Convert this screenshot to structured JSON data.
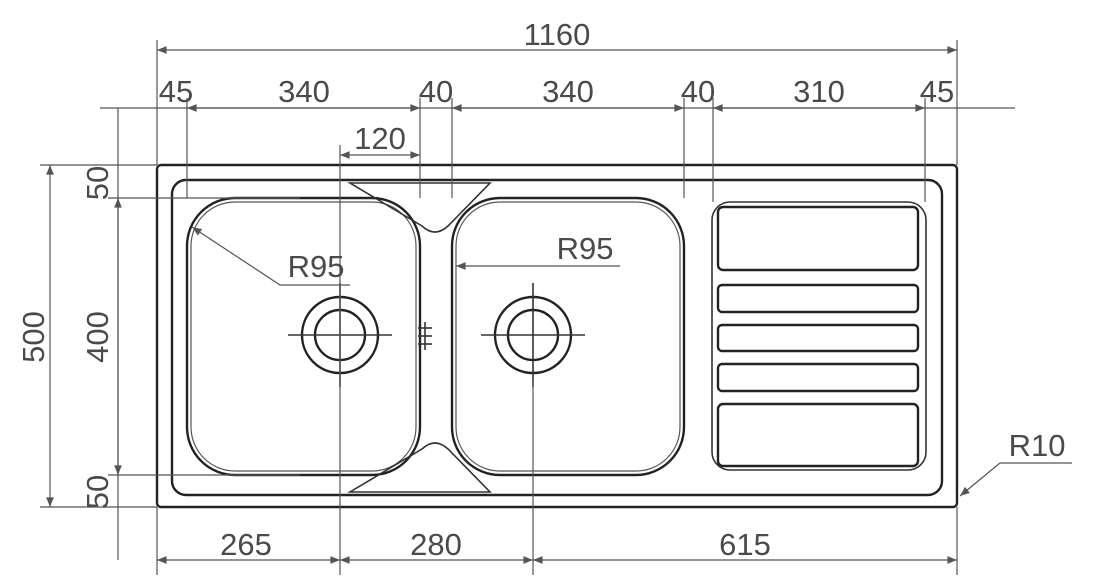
{
  "drawing": {
    "overall_width": "1160",
    "top_row": [
      "45",
      "340",
      "40",
      "340",
      "40",
      "310",
      "45"
    ],
    "drain_offset": "120",
    "overall_depth": "500",
    "left_row": [
      "50",
      "400",
      "50"
    ],
    "bottom_row": [
      "265",
      "280",
      "615"
    ],
    "radius_left": "R95",
    "radius_right": "R95",
    "corner_radius": "R10"
  }
}
